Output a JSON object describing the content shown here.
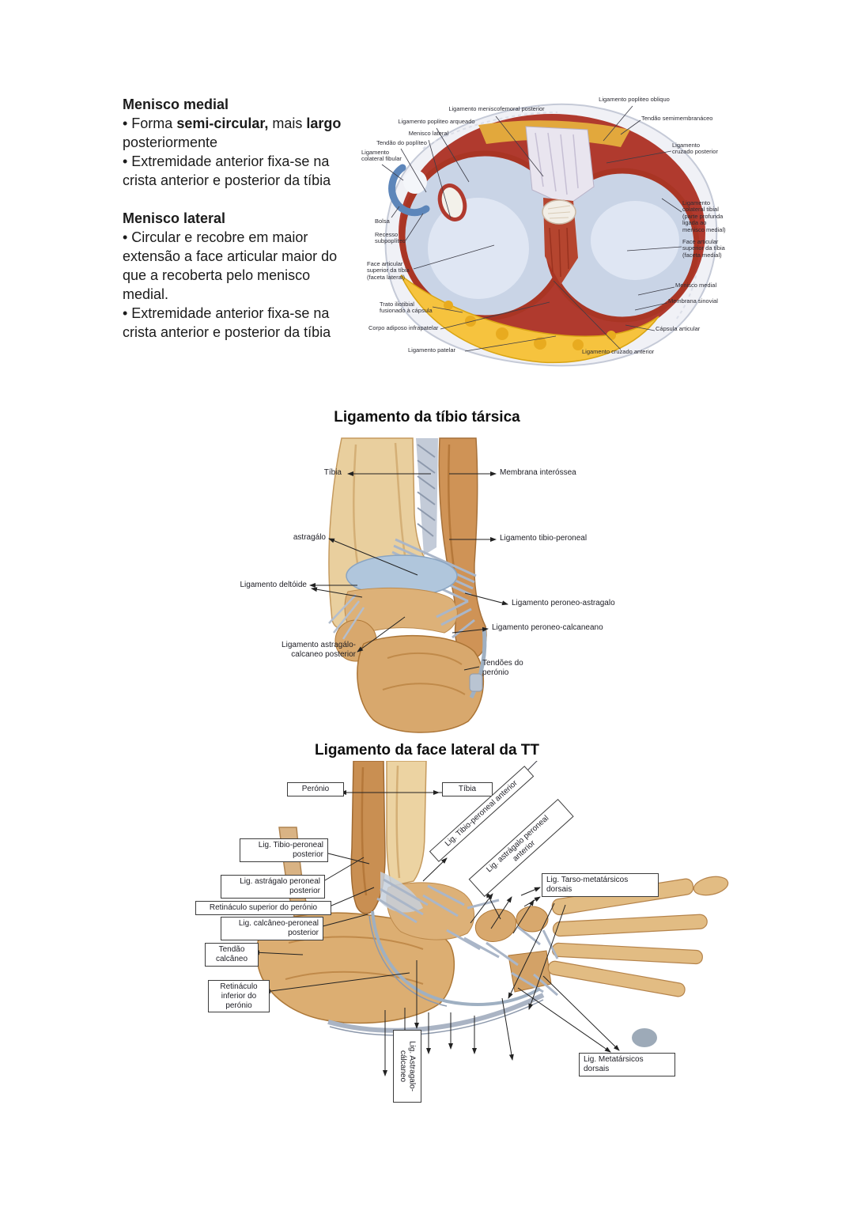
{
  "notes": {
    "s1_title": "Menisco medial",
    "s1_b1_pre": "• Forma ",
    "s1_b1_bold1": "semi-circular,",
    "s1_b1_mid": " mais ",
    "s1_b1_bold2": "largo",
    "s1_b1_post": " posteriormente",
    "s1_b2": "• Extremidade anterior fixa-se na crista anterior e posterior da tíbia",
    "s2_title": "Menisco lateral",
    "s2_b1": "• Circular e recobre em maior extensão a face articular maior do que a recoberta pelo menisco medial.",
    "s2_b2": "• Extremidade anterior fixa-se na crista anterior e posterior da tíbia"
  },
  "headings": {
    "tibiotarsal": "Ligamento da tíbio társica",
    "lateral_tt": "Ligamento da face lateral da TT"
  },
  "knee_figure": {
    "labels": [
      {
        "text": "Ligamento popliteo obliquo"
      },
      {
        "text": "Tendão semimembranáceo"
      },
      {
        "text": "Ligamento meniscofemoral posterior"
      },
      {
        "text": "Ligamento popliteo arqueado"
      },
      {
        "text": "Menisco lateral"
      },
      {
        "text": "Tendão do poplíteo"
      },
      {
        "text": "Ligamento\ncolateral fibular"
      },
      {
        "text": "Bolsa"
      },
      {
        "text": "Recesso\nsubpoplíteo"
      },
      {
        "text": "Face articular\nsuperior da tíbia\n(faceta lateral)"
      },
      {
        "text": "Trato iliotibial\nfusionado à cápsula"
      },
      {
        "text": "Corpo adiposo infrapatelar"
      },
      {
        "text": "Ligamento patelar"
      },
      {
        "text": "Ligamento cruzado anterior"
      },
      {
        "text": "Ligamento\ncruzado posterior"
      },
      {
        "text": "Ligamento\ncolateral tibial\n(parte profunda\nligada ao\nmenisco medial)"
      },
      {
        "text": "Face articular\nsuperior da tíbia\n(faceta medial)"
      },
      {
        "text": "Menisco medial"
      },
      {
        "text": "Membrana sinovial"
      },
      {
        "text": "Cápsula articular"
      }
    ]
  },
  "ankle_figure": {
    "labels": [
      {
        "text": "Tíbia"
      },
      {
        "text": "Membrana interóssea"
      },
      {
        "text": "astragálo"
      },
      {
        "text": "Ligamento tibio-peroneal"
      },
      {
        "text": "Ligamento deltóide"
      },
      {
        "text": "Ligamento peroneo-astragalo"
      },
      {
        "text": "Ligamento peroneo-calcaneano"
      },
      {
        "text": "Ligamento astragálo-\ncalcaneo posterior"
      },
      {
        "text": "Tendões do\nperónio"
      }
    ]
  },
  "foot_figure": {
    "labels": [
      {
        "text": "Perónio"
      },
      {
        "text": "Tíbia"
      },
      {
        "text": "Lig. Tibio-peroneal anterior"
      },
      {
        "text": "Lig. astrágalo peroneal\nanterior"
      },
      {
        "text": "Lig. Tibio-peroneal\nposterior"
      },
      {
        "text": "Lig. astrágalo peroneal\nposterior"
      },
      {
        "text": "Retináculo superior do perónio"
      },
      {
        "text": "Lig. calcâneo-peroneal\nposterior"
      },
      {
        "text": "Tendão\ncalcâneo"
      },
      {
        "text": "Retináculo\ninferior do\nperónio"
      },
      {
        "text": "Lig. Astragalo-\ncálcaneo"
      },
      {
        "text": "Lig. Tarso-metatársicos\ndorsais"
      },
      {
        "text": "Lig. Metatársicos\ndorsais"
      }
    ]
  }
}
